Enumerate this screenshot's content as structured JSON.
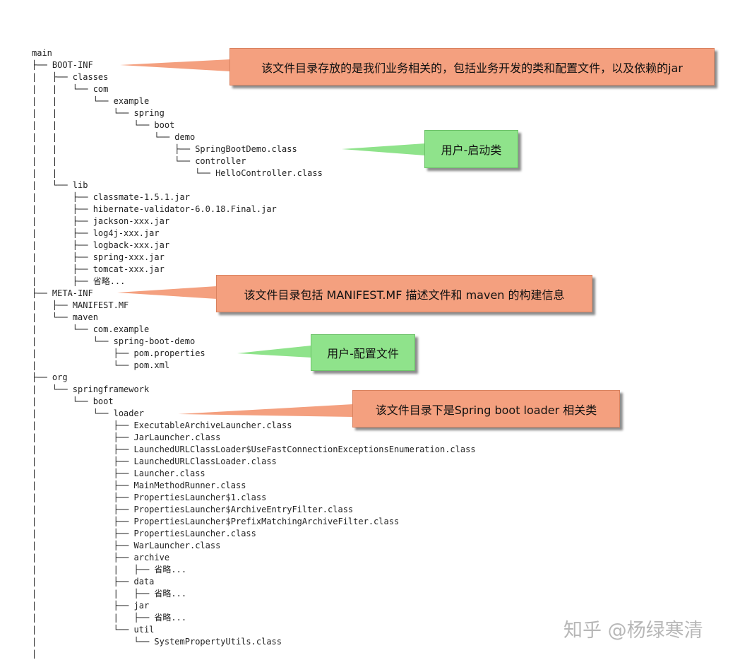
{
  "tree_lines": [
    "main",
    "├── BOOT-INF",
    "|   ├── classes",
    "|   |   └── com",
    "|   |       └── example",
    "|   |           └── spring",
    "|   |               └── boot",
    "|   |                   └── demo",
    "|   |                       ├── SpringBootDemo.class",
    "|   |                       └── controller",
    "|   |                           └── HelloController.class",
    "|   └── lib",
    "|       ├── classmate-1.5.1.jar",
    "|       ├── hibernate-validator-6.0.18.Final.jar",
    "|       ├── jackson-xxx.jar",
    "|       ├── log4j-xxx.jar",
    "|       ├── logback-xxx.jar",
    "|       ├── spring-xxx.jar",
    "|       ├── tomcat-xxx.jar",
    "|       ├── 省略...",
    "├── META-INF",
    "|   ├── MANIFEST.MF",
    "|   └── maven",
    "|       └── com.example",
    "|           └── spring-boot-demo",
    "|               ├── pom.properties",
    "|               └── pom.xml",
    "├── org",
    "|   └── springframework",
    "|       └── boot",
    "|           └── loader",
    "|               ├── ExecutableArchiveLauncher.class",
    "|               ├── JarLauncher.class",
    "|               ├── LaunchedURLClassLoader$UseFastConnectionExceptionsEnumeration.class",
    "|               ├── LaunchedURLClassLoader.class",
    "|               ├── Launcher.class",
    "|               ├── MainMethodRunner.class",
    "|               ├── PropertiesLauncher$1.class",
    "|               ├── PropertiesLauncher$ArchiveEntryFilter.class",
    "|               ├── PropertiesLauncher$PrefixMatchingArchiveFilter.class",
    "|               ├── PropertiesLauncher.class",
    "|               ├── WarLauncher.class",
    "|               ├── archive",
    "|               |   ├── 省略...",
    "|               ├── data",
    "|               |   ├── 省略...",
    "|               ├── jar",
    "|               |   ├── 省略...",
    "|               └── util",
    "|                   └── SystemPropertyUtils.class",
    "|"
  ],
  "callouts": {
    "boot_inf": "该文件目录存放的是我们业务相关的，包括业务开发的类和配置文件，以及依赖的jar",
    "startup_class": "用户-启动类",
    "meta_inf": "该文件目录包括 MANIFEST.MF 描述文件和 maven 的构建信息",
    "config_file": "用户-配置文件",
    "loader": "该文件目录下是Spring boot loader  相关类"
  },
  "colors": {
    "orange_callout": "#f4a07f",
    "green_callout": "#8fe38b"
  },
  "watermark": "知乎 @杨绿寒清"
}
